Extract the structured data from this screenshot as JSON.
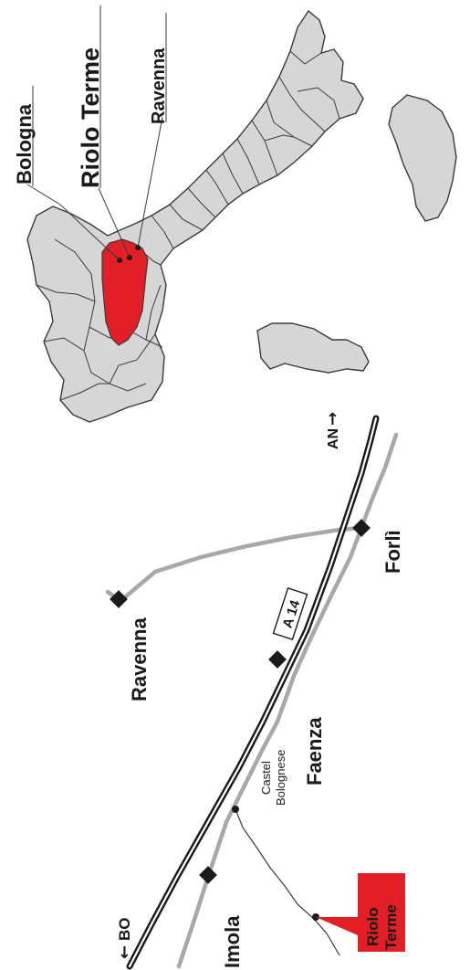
{
  "overview_map": {
    "labels": {
      "bologna": "Bologna",
      "riolo_terme": "Riolo Terme",
      "ravenna": "Ravenna"
    },
    "highlight_color": "#e21f26",
    "region_fill": "#d6d6d6",
    "border_color": "#3a3a3a"
  },
  "route_map": {
    "motorway": "A 14",
    "direction_bo": "BO",
    "direction_an": "AN",
    "towns": {
      "imola": "Imola",
      "faenza": "Faenza",
      "forli": "Forlì",
      "ravenna": "Ravenna",
      "castel_bolognese_1": "Castel",
      "castel_bolognese_2": "Bolognese"
    },
    "destination_line1": "Riolo",
    "destination_line2": "Terme",
    "destination_color": "#e21f26",
    "road_color": "#a8a8a8",
    "motorway_color": "#1a1a1a"
  }
}
